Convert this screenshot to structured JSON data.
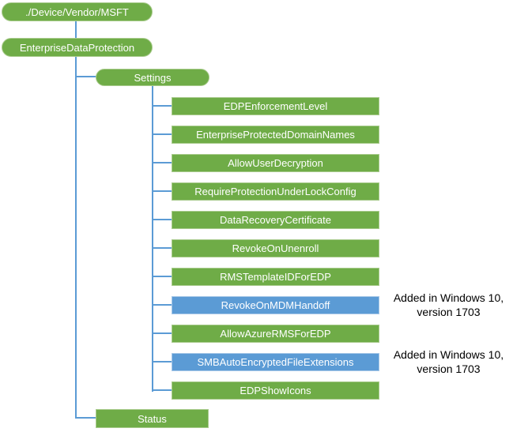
{
  "diagram": {
    "root": {
      "label": "./Device/Vendor/MSFT"
    },
    "csp": {
      "label": "EnterpriseDataProtection"
    },
    "settings": {
      "label": "Settings"
    },
    "children": [
      {
        "label": "EDPEnforcementLevel",
        "variant": "green"
      },
      {
        "label": "EnterpriseProtectedDomainNames",
        "variant": "green"
      },
      {
        "label": "AllowUserDecryption",
        "variant": "green"
      },
      {
        "label": "RequireProtectionUnderLockConfig",
        "variant": "green"
      },
      {
        "label": "DataRecoveryCertificate",
        "variant": "green"
      },
      {
        "label": "RevokeOnUnenroll",
        "variant": "green"
      },
      {
        "label": "RMSTemplateIDForEDP",
        "variant": "green"
      },
      {
        "label": "RevokeOnMDMHandoff",
        "variant": "blue"
      },
      {
        "label": "AllowAzureRMSForEDP",
        "variant": "green"
      },
      {
        "label": "SMBAutoEncryptedFileExtensions",
        "variant": "blue"
      },
      {
        "label": "EDPShowIcons",
        "variant": "green"
      }
    ],
    "status": {
      "label": "Status"
    },
    "annotations": [
      {
        "line1": "Added in Windows 10,",
        "line2": "version 1703"
      },
      {
        "line1": "Added in Windows 10,",
        "line2": "version 1703"
      }
    ],
    "colors": {
      "green": "#6FAC47",
      "green_border": "#A9CB8D",
      "blue": "#5B9BD5",
      "blue_border": "#A6C7E7",
      "connector": "#5B9BD5",
      "node_text": "#FFFFFF",
      "annotation_text": "#000000"
    }
  }
}
